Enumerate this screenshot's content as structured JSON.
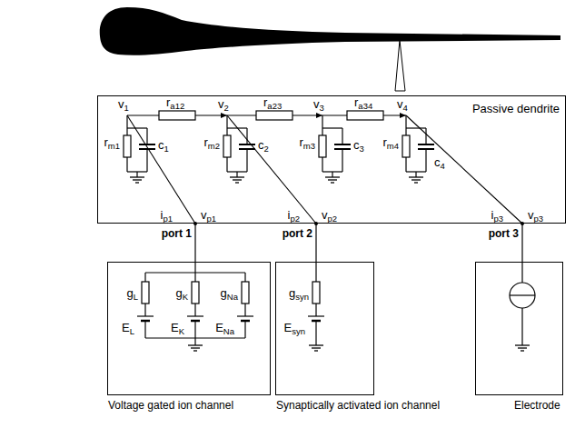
{
  "diagram": {
    "nodes": [
      {
        "text": [
          "Passive dendrite"
        ]
      },
      {
        "text": [
          "Voltage gated ion channel"
        ]
      },
      {
        "text": [
          "Synaptically activated ion channel"
        ]
      },
      {
        "text": [
          "Electrode"
        ]
      }
    ],
    "edges": [
      {
        "from": 0,
        "to": 1,
        "arrow": "none"
      },
      {
        "from": 0,
        "to": 2,
        "arrow": "none"
      },
      {
        "from": 0,
        "to": 3,
        "arrow": "none"
      }
    ],
    "labels": [
      "v1",
      "v2",
      "v3",
      "v4",
      "ra12",
      "ra23",
      "ra34",
      "rm1",
      "c1",
      "rm2",
      "c2",
      "rm3",
      "c3",
      "rm4",
      "c4",
      "ip1",
      "vp1",
      "port 1",
      "ip2",
      "vp2",
      "port 2",
      "ip3",
      "vp3",
      "port 3",
      "gL",
      "gK",
      "gNa",
      "EL",
      "EK",
      "ENa",
      "gsyn",
      "Esyn"
    ]
  }
}
